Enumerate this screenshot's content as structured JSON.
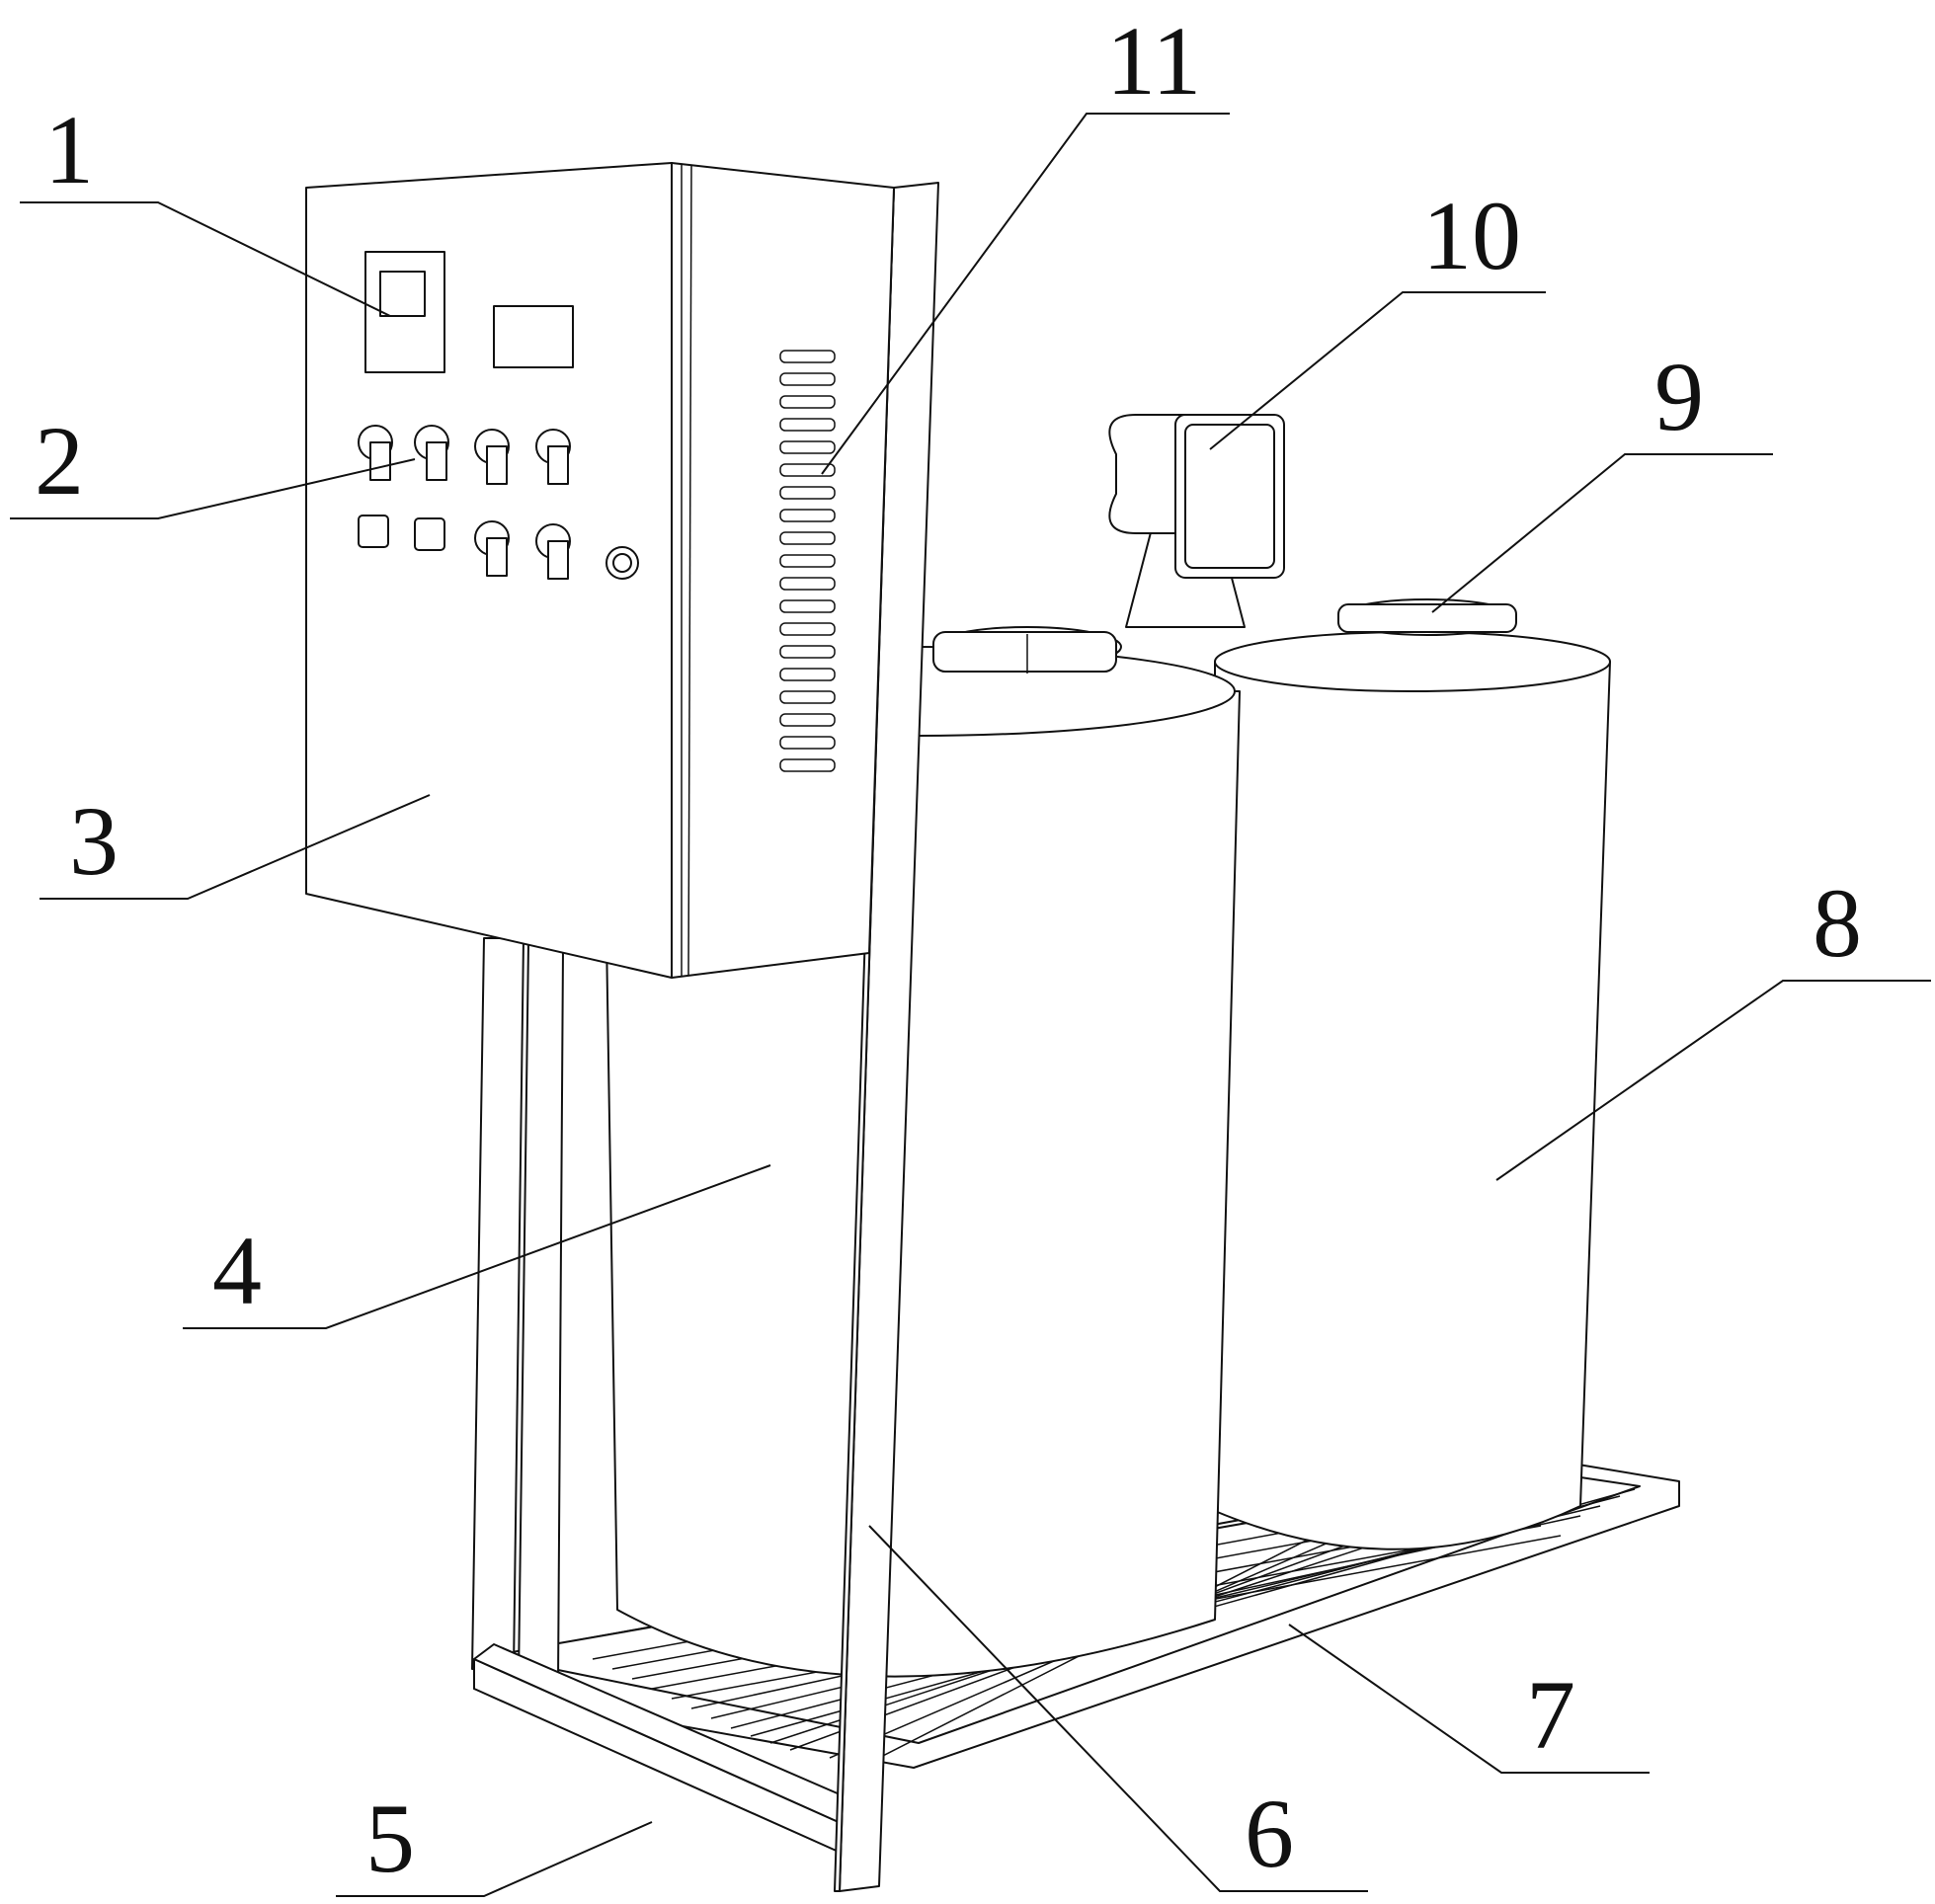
{
  "figure": {
    "labels": [
      {
        "id": "1",
        "text": "1"
      },
      {
        "id": "2",
        "text": "2"
      },
      {
        "id": "3",
        "text": "3"
      },
      {
        "id": "4",
        "text": "4"
      },
      {
        "id": "5",
        "text": "5"
      },
      {
        "id": "6",
        "text": "6"
      },
      {
        "id": "7",
        "text": "7"
      },
      {
        "id": "8",
        "text": "8"
      },
      {
        "id": "9",
        "text": "9"
      },
      {
        "id": "10",
        "text": "10"
      },
      {
        "id": "11",
        "text": "11"
      }
    ]
  }
}
